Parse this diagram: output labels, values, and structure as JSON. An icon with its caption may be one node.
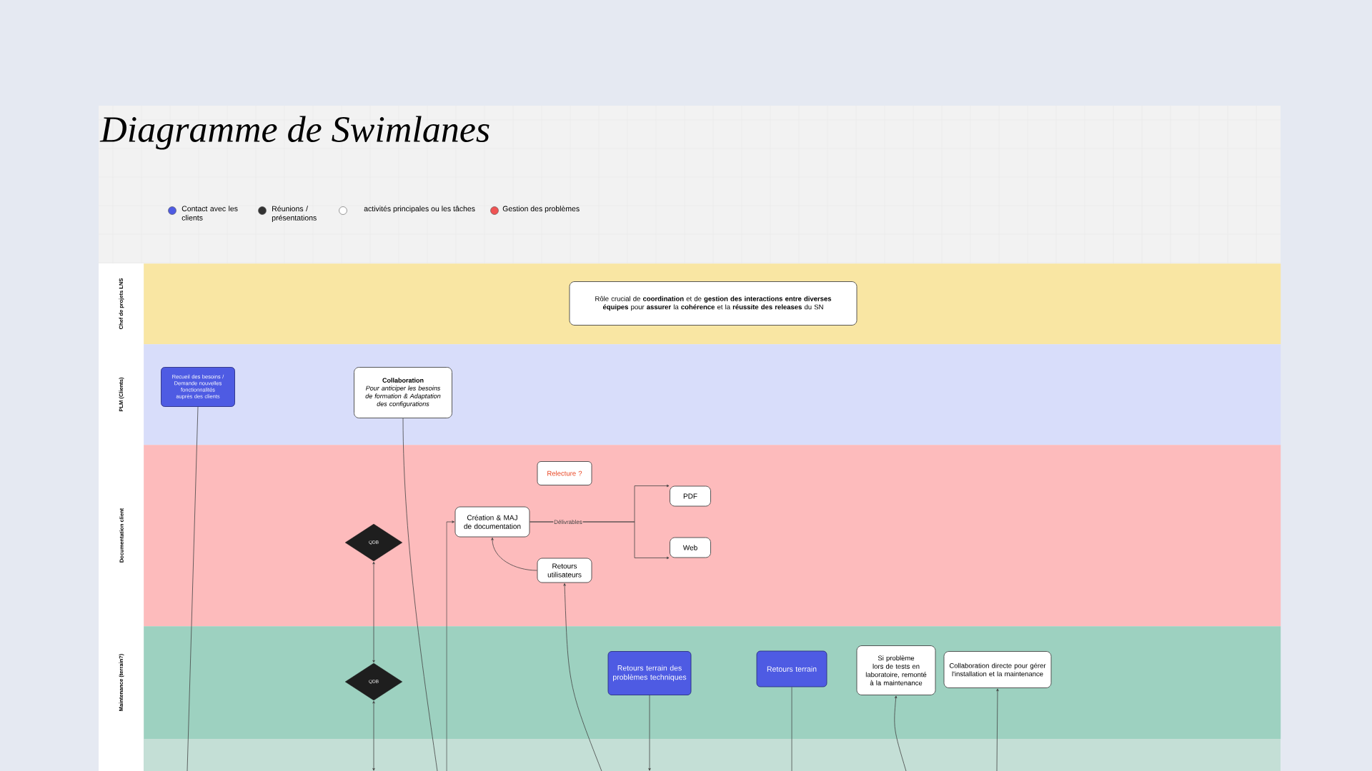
{
  "diagram": {
    "title": "Diagramme de Swimlanes",
    "nodes": [
      {
        "text": [
          "Chef de projets LNS"
        ]
      },
      {
        "text": [
          "PLM (Clients)"
        ]
      },
      {
        "text": [
          "Documentation client"
        ]
      },
      {
        "text": [
          "Maintenance (terrain?)"
        ]
      },
      {
        "text": [
          "Rôle crucial de **coordination** et de **gestion des interactions entre diverses équipes** pour **assurer** la **cohérence** et la **réussite des releases** du SN"
        ],
        "in": 0
      },
      {
        "text": [
          "Recueil des besoins / Demande nouvelles fonctionnalités auprès des clients"
        ],
        "in": 1
      },
      {
        "text": [
          "Collaboration",
          "Pour anticiper les besoins de formation & Adaptation des configurations"
        ],
        "in": 1
      },
      {
        "text": [
          "Relecture ?"
        ],
        "in": 2
      },
      {
        "text": [
          "Création & MAJ de documentation"
        ],
        "in": 2
      },
      {
        "text": [
          "PDF"
        ],
        "in": 2
      },
      {
        "text": [
          "Web"
        ],
        "in": 2
      },
      {
        "text": [
          "QDB"
        ],
        "in": 2
      },
      {
        "text": [
          "Retours utilisateurs"
        ],
        "in": 2
      },
      {
        "text": [
          "QDB"
        ],
        "in": 3
      },
      {
        "text": [
          "Retours terrain des problèmes techniques"
        ],
        "in": 3
      },
      {
        "text": [
          "Retours terrain"
        ],
        "in": 3
      },
      {
        "text": [
          "Si problème lors de tests en laboratoire, remonté à la maintenance"
        ],
        "in": 3
      },
      {
        "text": [
          "Collaboration directe pour gérer l'installation et la maintenance"
        ],
        "in": 3
      },
      {
        "text": [],
        "shape": "box"
      }
    ],
    "edges": [
      {
        "from": 5,
        "to": 18,
        "arrow": "none"
      },
      {
        "from": 6,
        "to": 18,
        "arrow": "none"
      },
      {
        "from": 18,
        "to": 8,
        "arrow": "to"
      },
      {
        "from": 13,
        "to": 11,
        "arrow": "both"
      },
      {
        "from": 13,
        "to": 18,
        "arrow": "both"
      },
      {
        "from": 12,
        "to": 8,
        "arrow": "to"
      },
      {
        "from": 8,
        "to": 9,
        "arrow": "to",
        "label": "Délivrables"
      },
      {
        "from": 8,
        "to": 10,
        "arrow": "to"
      },
      {
        "from": 18,
        "to": 12,
        "arrow": "to"
      },
      {
        "from": 14,
        "to": 18,
        "arrow": "to"
      },
      {
        "from": 15,
        "to": 18,
        "arrow": "none"
      },
      {
        "from": 18,
        "to": 16,
        "arrow": "to"
      },
      {
        "from": 18,
        "to": 17,
        "arrow": "to"
      }
    ],
    "legend": [
      {
        "text": "Contact avec les clients",
        "color": "#4e5be3"
      },
      {
        "text": "Réunions / présentations",
        "color": "#333333"
      },
      {
        "text": "activités principales ou les tâches",
        "color": "#ffffff"
      },
      {
        "text": "Gestion des problèmes",
        "color": "#f05454"
      }
    ]
  }
}
